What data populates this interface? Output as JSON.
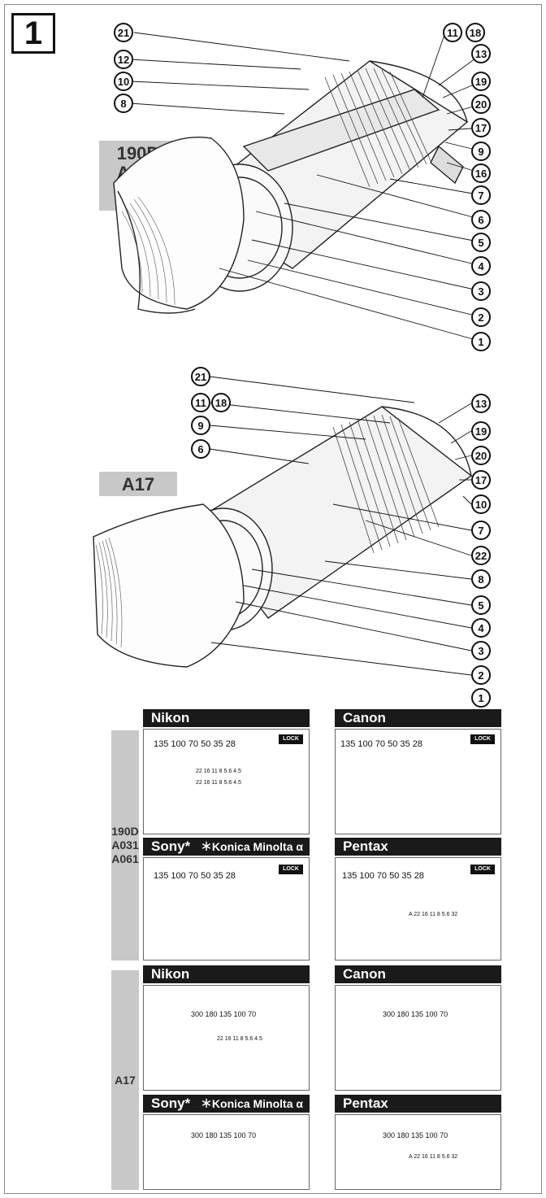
{
  "figure_number": "1",
  "top_model_label": "190D\nA031\nA061",
  "second_model_label": "A17",
  "top_callouts": [
    "21",
    "12",
    "10",
    "8",
    "11",
    "18",
    "13",
    "19",
    "20",
    "17",
    "9",
    "16",
    "7",
    "6",
    "5",
    "4",
    "3",
    "2",
    "1"
  ],
  "second_callouts": [
    "21",
    "11",
    "18",
    "9",
    "6",
    "13",
    "19",
    "20",
    "17",
    "10",
    "7",
    "22",
    "8",
    "5",
    "4",
    "3",
    "2",
    "1"
  ],
  "mount_section_top": {
    "model_label": "190D\nA031\nA061",
    "brands": [
      "Nikon",
      "Canon",
      "Sony*",
      "Pentax"
    ],
    "sony_note": "＊Konica Minolta α",
    "focal_scale": "135 100 70 50 35 28",
    "lock_label": "LOCK"
  },
  "mount_section_bottom": {
    "model_label": "A17",
    "brands": [
      "Nikon",
      "Canon",
      "Sony*",
      "Pentax"
    ],
    "sony_note": "＊Konica Minolta α",
    "focal_scale": "300     180     135     100     70"
  },
  "aperture_scale": "22  16  11  8  5.6  4.5",
  "pentax_aperture_scale": "A  22  16  11  8  5.6  32"
}
